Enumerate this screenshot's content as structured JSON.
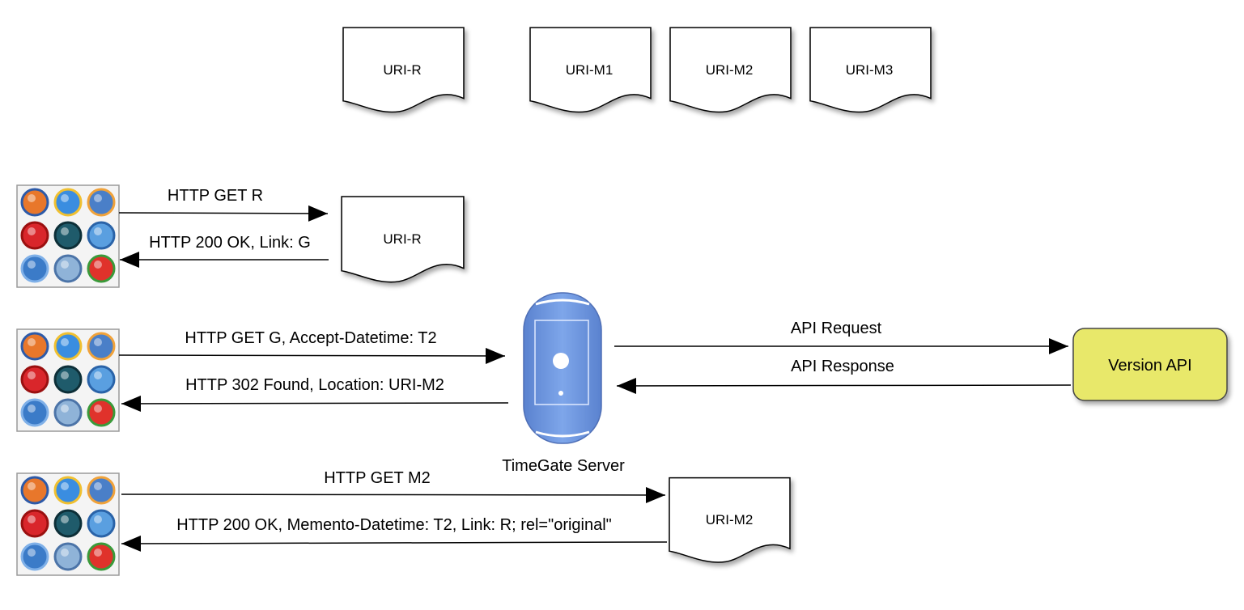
{
  "top_documents": [
    {
      "label": "URI-R"
    },
    {
      "label": "URI-M1"
    },
    {
      "label": "URI-M2"
    },
    {
      "label": "URI-M3"
    }
  ],
  "flow1": {
    "request": "HTTP GET R",
    "response": "HTTP 200 OK, Link: G",
    "target_doc": "URI-R"
  },
  "flow2": {
    "request": "HTTP GET G, Accept-Datetime: T2",
    "response": "HTTP 302 Found, Location: URI-M2",
    "server_label": "TimeGate Server",
    "api_request": "API Request",
    "api_response": "API Response",
    "api_box": "Version API"
  },
  "flow3": {
    "request": "HTTP GET M2",
    "response": "HTTP 200 OK, Memento-Datetime: T2, Link: R; rel=\"original\"",
    "target_doc": "URI-M2"
  },
  "colors": {
    "server_blue": "#6f98e0",
    "api_box_fill": "#e8e86a",
    "api_box_border": "#444444"
  },
  "browser_icons": [
    "firefox-icon",
    "internet-explorer-icon",
    "mozilla-icon",
    "opera-icon",
    "netscape-icon",
    "camino-icon",
    "world-icon",
    "safari-icon",
    "chrome-icon"
  ]
}
